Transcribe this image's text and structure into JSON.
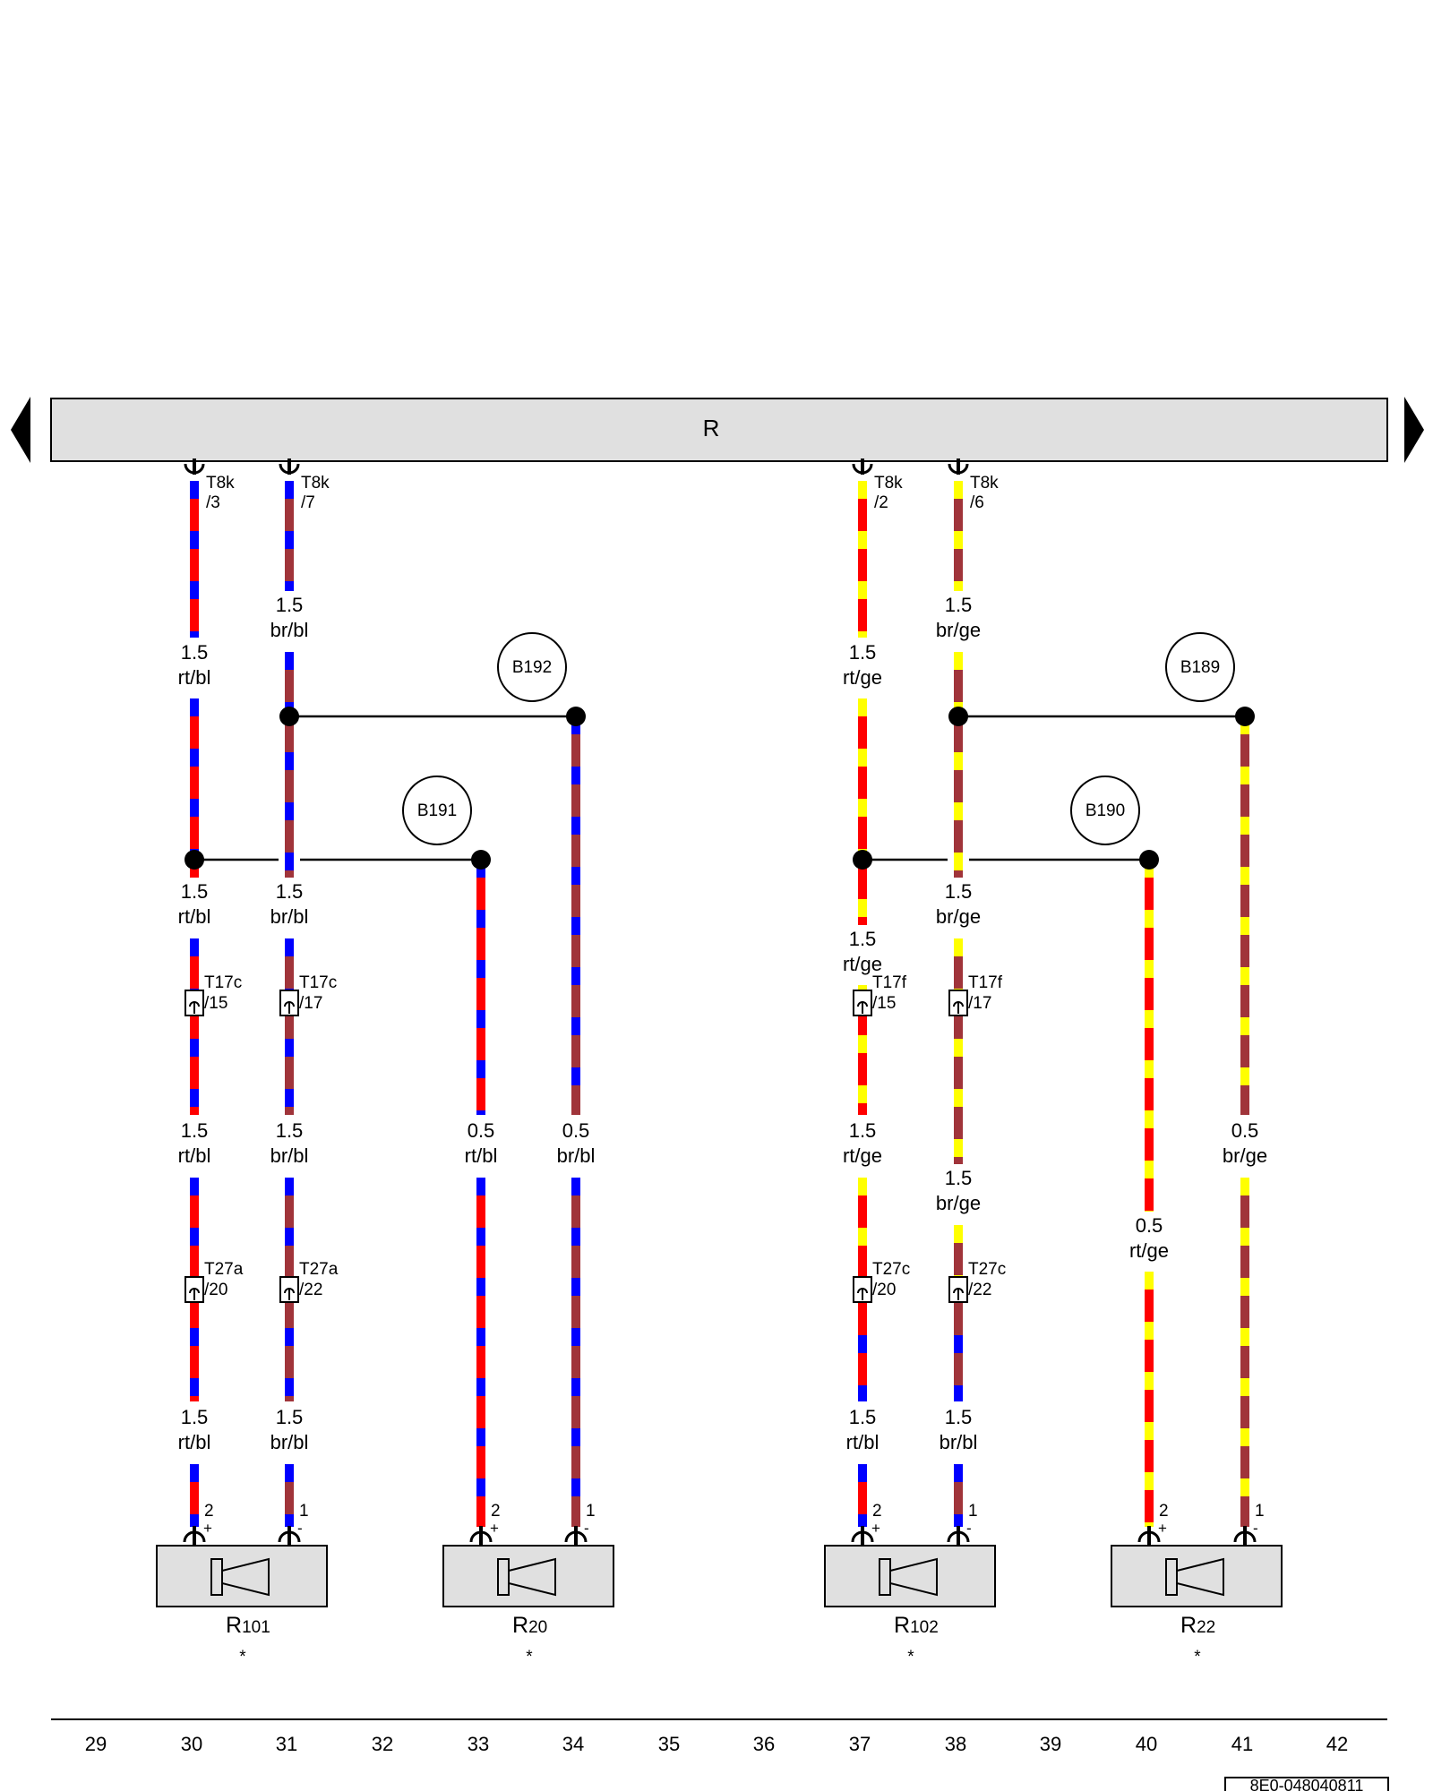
{
  "header": {
    "label": "R"
  },
  "colors": {
    "rt": "#ff0000",
    "bl": "#0000ff",
    "br": "#a0343a",
    "ge": "#ffff00",
    "bar_fill": "#e0e0e0",
    "component_fill": "#e0e0e0",
    "line": "#000000"
  },
  "connectors_top": [
    {
      "pin": "T8k",
      "sub": "/3"
    },
    {
      "pin": "T8k",
      "sub": "/7"
    },
    {
      "pin": "T8k",
      "sub": "/2"
    },
    {
      "pin": "T8k",
      "sub": "/6"
    }
  ],
  "inline_connectors": [
    {
      "pin": "T17c",
      "sub": "/15"
    },
    {
      "pin": "T17c",
      "sub": "/17"
    },
    {
      "pin": "T17f",
      "sub": "/15"
    },
    {
      "pin": "T17f",
      "sub": "/17"
    },
    {
      "pin": "T27a",
      "sub": "/20"
    },
    {
      "pin": "T27a",
      "sub": "/22"
    },
    {
      "pin": "T27c",
      "sub": "/20"
    },
    {
      "pin": "T27c",
      "sub": "/22"
    }
  ],
  "wire_labels": [
    {
      "size": "1.5",
      "color": "rt/bl"
    },
    {
      "size": "1.5",
      "color": "br/bl"
    },
    {
      "size": "1.5",
      "color": "rt/ge"
    },
    {
      "size": "1.5",
      "color": "br/ge"
    },
    {
      "size": "1.5",
      "color": "rt/bl"
    },
    {
      "size": "1.5",
      "color": "br/bl"
    },
    {
      "size": "1.5",
      "color": "br/ge"
    },
    {
      "size": "1.5",
      "color": "rt/ge"
    },
    {
      "size": "1.5",
      "color": "rt/bl"
    },
    {
      "size": "1.5",
      "color": "br/bl"
    },
    {
      "size": "0.5",
      "color": "rt/bl"
    },
    {
      "size": "0.5",
      "color": "br/bl"
    },
    {
      "size": "1.5",
      "color": "rt/ge"
    },
    {
      "size": "0.5",
      "color": "br/ge"
    },
    {
      "size": "1.5",
      "color": "br/ge"
    },
    {
      "size": "0.5",
      "color": "rt/ge"
    },
    {
      "size": "1.5",
      "color": "rt/bl"
    },
    {
      "size": "1.5",
      "color": "br/bl"
    },
    {
      "size": "1.5",
      "color": "rt/bl"
    },
    {
      "size": "1.5",
      "color": "br/bl"
    }
  ],
  "junctions": [
    {
      "label": "B192"
    },
    {
      "label": "B191"
    },
    {
      "label": "B189"
    },
    {
      "label": "B190"
    }
  ],
  "speaker_pins": [
    {
      "num": "2",
      "pol": "+"
    },
    {
      "num": "1",
      "pol": "-"
    },
    {
      "num": "2",
      "pol": "+"
    },
    {
      "num": "1",
      "pol": "-"
    },
    {
      "num": "2",
      "pol": "+"
    },
    {
      "num": "1",
      "pol": "-"
    },
    {
      "num": "2",
      "pol": "+"
    },
    {
      "num": "1",
      "pol": "-"
    }
  ],
  "components": [
    {
      "name": "R",
      "sub": "101",
      "note": "*"
    },
    {
      "name": "R",
      "sub": "20",
      "note": "*"
    },
    {
      "name": "R",
      "sub": "102",
      "note": "*"
    },
    {
      "name": "R",
      "sub": "22",
      "note": "*"
    }
  ],
  "columns": [
    "29",
    "30",
    "31",
    "32",
    "33",
    "34",
    "35",
    "36",
    "37",
    "38",
    "39",
    "40",
    "41",
    "42"
  ],
  "doc_number": "8E0-048040811"
}
